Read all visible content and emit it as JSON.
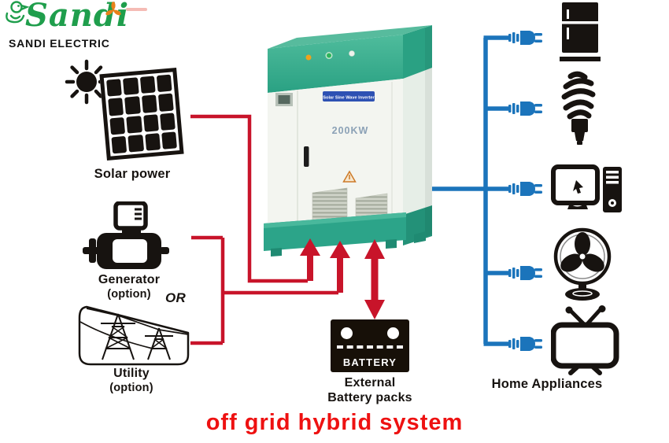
{
  "brand": {
    "logo_text": "Sandi",
    "company": "SANDI ELECTRIC"
  },
  "system_title": "off grid hybrid system",
  "inverter": {
    "banner": "Solar Sine Wave Inverter",
    "power_rating": "200KW"
  },
  "sources": [
    {
      "id": "solar",
      "label": "Solar power"
    },
    {
      "id": "generator",
      "label": "Generator",
      "sublabel": "(option)"
    },
    {
      "id": "utility",
      "label": "Utility",
      "sublabel": "(option)"
    }
  ],
  "or_label": "OR",
  "battery": {
    "badge": "BATTERY",
    "caption_line1": "External",
    "caption_line2": "Battery packs"
  },
  "appliances": {
    "caption": "Home Appliances",
    "items": [
      "refrigerator",
      "cfl-bulb",
      "desktop-computer",
      "electric-fan",
      "television"
    ]
  },
  "colors": {
    "line_red": "#c8142a",
    "title_red": "#ee1111",
    "line_blue": "#1b74bb",
    "cabinet_green": "#35ae90",
    "banner_blue": "#2d51b3",
    "logo_green": "#1f9e4c",
    "logo_orange": "#e8811a",
    "icon_black": "#171310"
  }
}
